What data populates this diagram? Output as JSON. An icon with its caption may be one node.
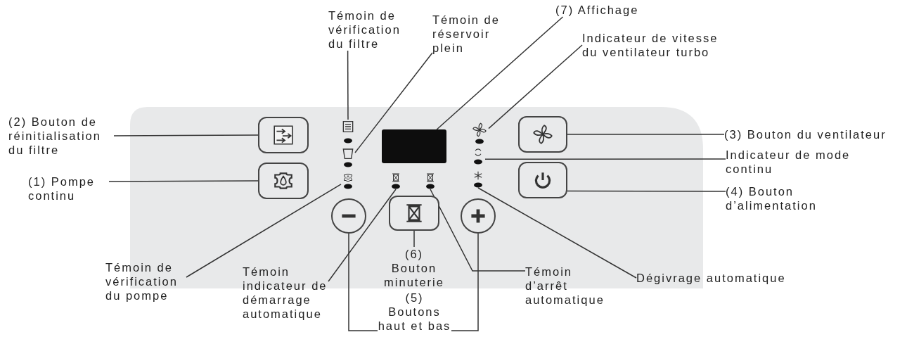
{
  "diagram": {
    "nodes": [
      {
        "text": [
          "Témoin de vérification du filtre"
        ]
      },
      {
        "text": [
          "Témoin de réservoir plein"
        ]
      },
      {
        "text": [
          "(7) Affichage"
        ]
      },
      {
        "text": [
          "Indicateur de vitesse du ventilateur turbo"
        ]
      },
      {
        "text": [
          "(2) Bouton de réinitialisation du filtre"
        ]
      },
      {
        "text": [
          "(1) Pompe continu"
        ]
      },
      {
        "text": [
          "(3) Bouton du ventilateur"
        ]
      },
      {
        "text": [
          "Indicateur de mode continu"
        ]
      },
      {
        "text": [
          "(4) Bouton d’alimentation"
        ]
      },
      {
        "text": [
          "Témoin de vérification du pompe"
        ]
      },
      {
        "text": [
          "Témoin indicateur de démarrage automatique"
        ]
      },
      {
        "text": [
          "(6) Bouton minuterie"
        ]
      },
      {
        "text": [
          "Témoin d’arrêt automatique"
        ]
      },
      {
        "text": [
          "Dégivrage automatique"
        ]
      },
      {
        "text": [
          "(5) Boutons haut et bas"
        ]
      },
      {
        "text": [],
        "shape": "icon"
      },
      {
        "text": [],
        "shape": "icon"
      },
      {
        "text": [],
        "shape": "rectangle"
      },
      {
        "text": [],
        "shape": "icon"
      },
      {
        "text": [],
        "shape": "box"
      },
      {
        "text": [],
        "shape": "box"
      },
      {
        "text": [],
        "shape": "box"
      },
      {
        "text": [],
        "shape": "icon"
      },
      {
        "text": [],
        "shape": "box"
      },
      {
        "text": [],
        "shape": "icon"
      },
      {
        "text": [],
        "shape": "icon"
      },
      {
        "text": [],
        "shape": "box"
      },
      {
        "text": [],
        "shape": "icon"
      },
      {
        "text": [],
        "shape": "icon"
      },
      {
        "text": [],
        "shape": "circle"
      },
      {
        "text": [],
        "shape": "circle"
      }
    ],
    "edges": [
      {
        "from": 0,
        "to": 15,
        "arrow": "none"
      },
      {
        "from": 1,
        "to": 16,
        "arrow": "none"
      },
      {
        "from": 2,
        "to": 17,
        "arrow": "none"
      },
      {
        "from": 3,
        "to": 18,
        "arrow": "none"
      },
      {
        "from": 4,
        "to": 19,
        "arrow": "none"
      },
      {
        "from": 5,
        "to": 20,
        "arrow": "none"
      },
      {
        "from": 6,
        "to": 21,
        "arrow": "none"
      },
      {
        "from": 7,
        "to": 22,
        "arrow": "none"
      },
      {
        "from": 8,
        "to": 23,
        "arrow": "none"
      },
      {
        "from": 9,
        "to": 24,
        "arrow": "none"
      },
      {
        "from": 10,
        "to": 25,
        "arrow": "none"
      },
      {
        "from": 11,
        "to": 26,
        "arrow": "none"
      },
      {
        "from": 12,
        "to": 27,
        "arrow": "none"
      },
      {
        "from": 13,
        "to": 28,
        "arrow": "none"
      },
      {
        "from": 14,
        "to": 29,
        "arrow": "none"
      },
      {
        "from": 14,
        "to": 30,
        "arrow": "none"
      }
    ]
  }
}
